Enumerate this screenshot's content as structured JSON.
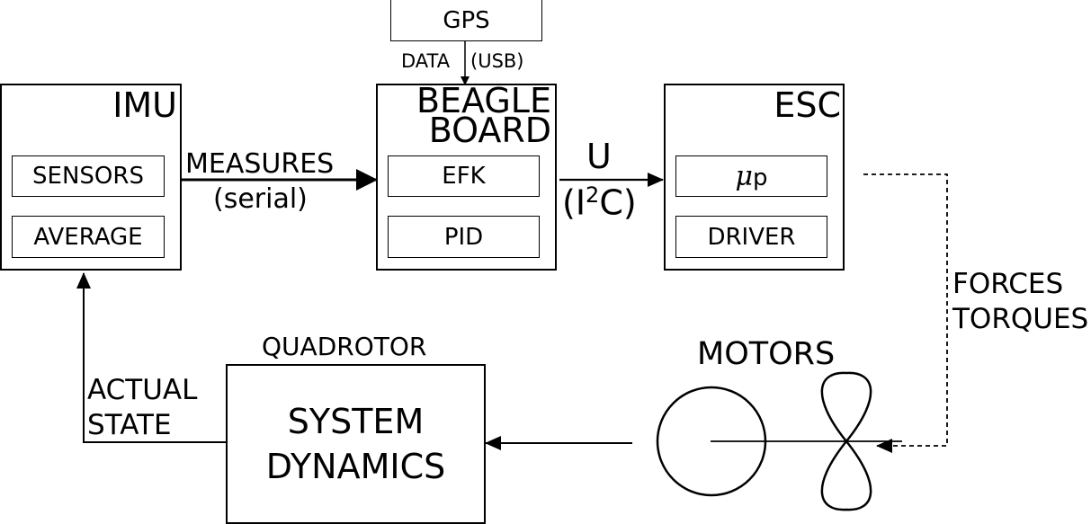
{
  "gps": {
    "label": "GPS",
    "link_left": "DATA",
    "link_right": "(USB)"
  },
  "imu": {
    "title": "IMU",
    "sub1": "SENSORS",
    "sub2": "AVERAGE"
  },
  "beagle": {
    "title_line1": "BEAGLE",
    "title_line2": "BOARD",
    "sub1": "EFK",
    "sub2": "PID"
  },
  "esc": {
    "title": "ESC",
    "sub1_mu": "μ",
    "sub1_rest": "p",
    "sub2": "DRIVER"
  },
  "links": {
    "measures": "MEASURES",
    "serial": "(serial)",
    "u": "U",
    "i2c_open": "(I",
    "i2c_sup": "2",
    "i2c_close": "C)",
    "forces": "FORCES",
    "torques": "TORQUES",
    "actual": "ACTUAL",
    "state": "STATE"
  },
  "quadrotor": {
    "label": "QUADROTOR",
    "line1": "SYSTEM",
    "line2": "DYNAMICS"
  },
  "motors": {
    "label": "MOTORS"
  }
}
